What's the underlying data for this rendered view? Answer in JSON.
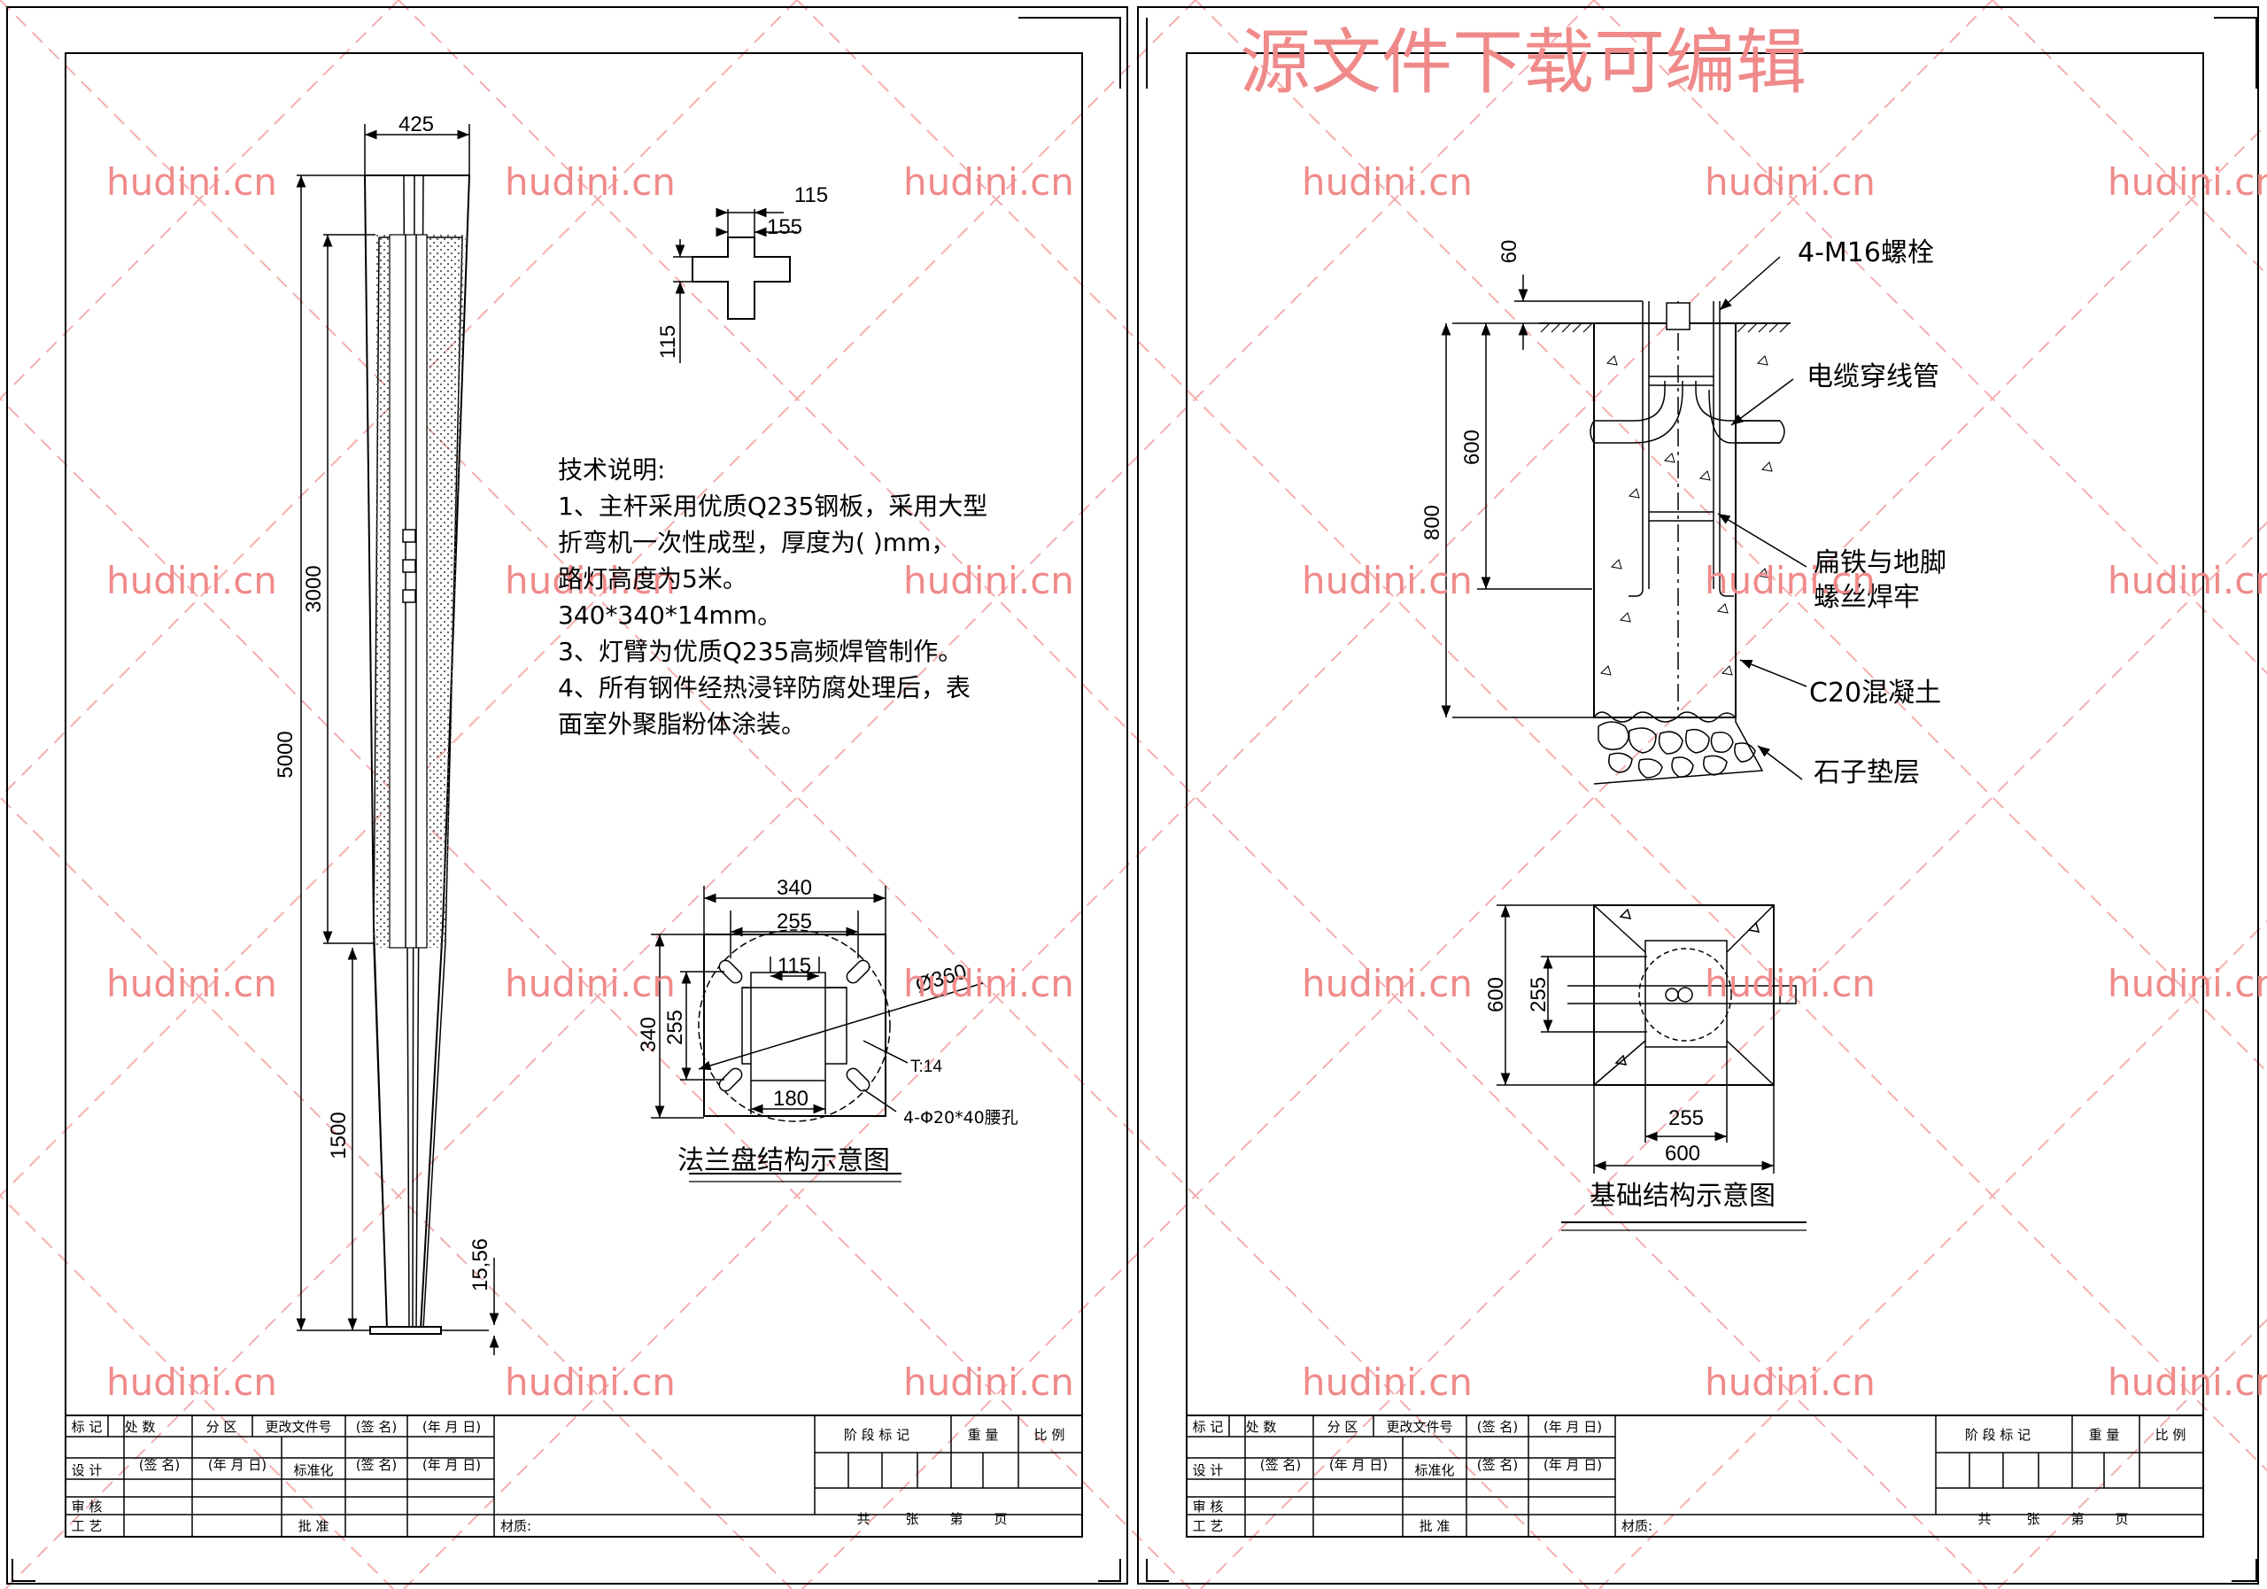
{
  "watermark": {
    "banner": "源文件下载可编辑",
    "site": "hudini.cn"
  },
  "pole": {
    "dim_top_width": "425",
    "dim_total_height": "5000",
    "dim_upper_section": "3000",
    "dim_lower_section": "1500",
    "dim_base": "15,56"
  },
  "arm_section": {
    "dim_a": "115",
    "dim_b": "155",
    "dim_c": "115"
  },
  "tech_notes": {
    "heading": "技术说明:",
    "lines": [
      "1、主杆采用优质Q235钢板，采用大型",
      "折弯机一次性成型，厚度为(    )mm，",
      "路灯高度为5米。",
      "340*340*14mm。",
      "3、灯臂为优质Q235高频焊管制作。",
      "4、所有钢件经热浸锌防腐处理后，表",
      "面室外聚脂粉体涂装。"
    ]
  },
  "flange": {
    "title": "法兰盘结构示意图",
    "dim_outer": "340",
    "dim_bolt": "255",
    "dim_inner": "115",
    "dim_diameter": "Ø360",
    "dim_side_outer": "340",
    "dim_side_bolt": "255",
    "dim_bottom": "180",
    "thickness": "T:14",
    "holes": "4-Φ20*40腰孔"
  },
  "foundation_section": {
    "bolt_label": "4-M16螺栓",
    "cable_label": "电缆穿线管",
    "weld_label_1": "扁铁与地脚",
    "weld_label_2": "螺丝焊牢",
    "concrete_label": "C20混凝土",
    "gravel_label": "石子垫层",
    "dim_top": "60",
    "dim_mid": "600",
    "dim_total": "800"
  },
  "foundation_plan": {
    "title": "基础结构示意图",
    "dim_side_600": "600",
    "dim_side_255": "255",
    "dim_bottom_255": "255",
    "dim_bottom_600": "600"
  },
  "title_block": {
    "biaoji": "标 记",
    "chushu": "处 数",
    "fenqu": "分 区",
    "gengai": "更改文件号",
    "qianming": "(签 名)",
    "nianyueri": "(年 月 日)",
    "sheji": "设 计",
    "biaozhunhua": "标准化",
    "shenhe": "审 核",
    "gongyi": "工 艺",
    "pizhun": "批 准",
    "cailiao": "材质:",
    "jieduan": "阶 段 标 记",
    "zhongliang": "重 量",
    "bili": "比 例",
    "gong": "共",
    "zhang": "张",
    "di": "第",
    "ye": "页"
  }
}
